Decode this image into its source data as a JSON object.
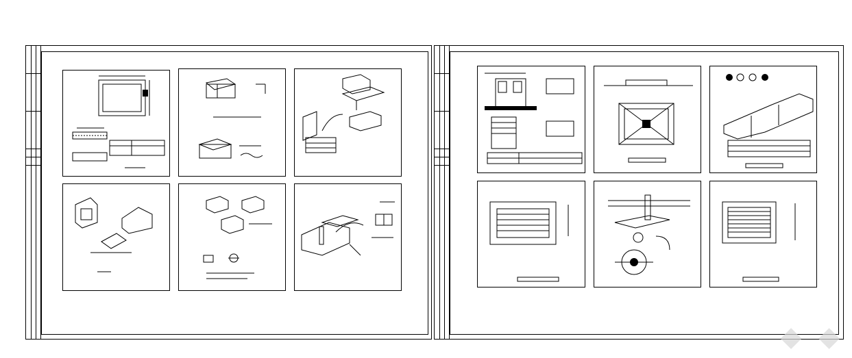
{
  "drawing": {
    "description_visible_text": "",
    "sheets": [
      {
        "id": "left-sheet",
        "panels": [
          {
            "id": "opening-detail"
          },
          {
            "id": "duct-connection-detail"
          },
          {
            "id": "duct-tee-detail"
          },
          {
            "id": "hood-detail"
          },
          {
            "id": "duct-fittings-detail"
          },
          {
            "id": "branch-duct-detail"
          }
        ]
      },
      {
        "id": "right-sheet",
        "panels": [
          {
            "id": "fan-mounting-detail"
          },
          {
            "id": "ceiling-diffuser-detail"
          },
          {
            "id": "duct-insulation-detail"
          },
          {
            "id": "louver-grille-detail"
          },
          {
            "id": "damper-detail"
          },
          {
            "id": "return-grille-detail"
          }
        ]
      }
    ],
    "colors": {
      "line": "#000000",
      "paper": "#ffffff",
      "watermark": "#d8d8d8"
    }
  }
}
